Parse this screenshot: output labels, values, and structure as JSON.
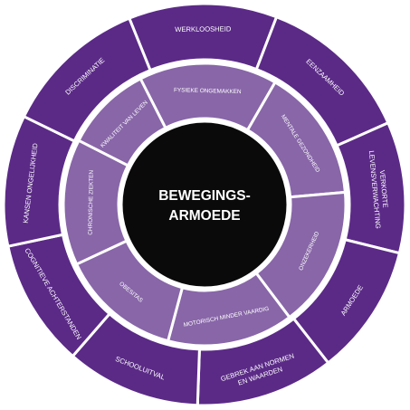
{
  "center": {
    "line1": "BEWEGINGS-",
    "line2": "ARMOEDE"
  },
  "inner_ring": [
    "FYSIEKE ONGEMAKKEN",
    "MENTALE GEZONDHEID",
    "ONZEKERHEID",
    "MOTORISCH MINDER VAARDIG",
    "OBESITAS",
    "CHRONISCHE ZIEKTEN",
    "KWALITEIT VAN LEVEN"
  ],
  "outer_ring": [
    [
      "WERKLOOSHEID"
    ],
    [
      "EENZAAMHEID"
    ],
    [
      "VERKORTE",
      "LEVENSVERWACHTING"
    ],
    [
      "ARMOEDE"
    ],
    [
      "GEBREK AAN NORMEN",
      "EN WAARDEN"
    ],
    [
      "SCHOOLUITVAL"
    ],
    [
      "COGNITIEVE ACHTERSTANDEN"
    ],
    [
      "KANSEN ONGELIJKHEID"
    ],
    [
      "DISCRIMINATIE"
    ]
  ],
  "colors": {
    "outer_fill": "#5b2a87",
    "inner_fill": "#8866a8",
    "center_fill": "#0a0a0a",
    "separator": "#ffffff",
    "text": "#ffffff"
  }
}
